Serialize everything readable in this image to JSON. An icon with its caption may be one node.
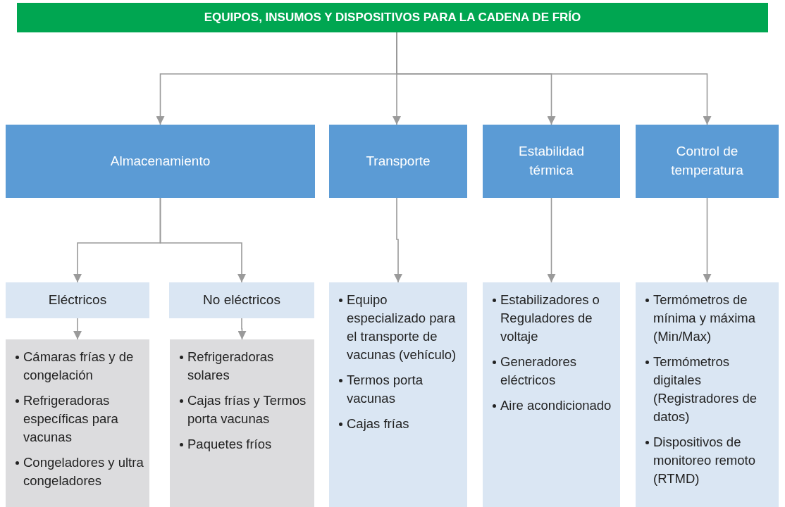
{
  "diagram": {
    "nodes": [
      {
        "text": [
          "EQUIPOS, INSUMOS Y DISPOSITIVOS PARA LA CADENA DE FRÍO"
        ]
      },
      {
        "text": [
          "Almacenamiento"
        ]
      },
      {
        "text": [
          "Transporte"
        ]
      },
      {
        "text": [
          "Estabilidad térmica"
        ]
      },
      {
        "text": [
          "Control de temperatura"
        ]
      },
      {
        "text": [
          "Eléctricos"
        ]
      },
      {
        "text": [
          "No eléctricos"
        ]
      },
      {
        "text": [
          "Cámaras frías y de congelación",
          "Refrigeradoras específicas para vacunas",
          "Congeladores y ultra congeladores"
        ]
      },
      {
        "text": [
          "Refrigeradoras solares",
          "Cajas frías y Termos porta vacunas",
          "Paquetes fríos"
        ]
      },
      {
        "text": [
          "Equipo especializado para el transporte de vacunas (vehículo)",
          "Termos porta vacunas",
          "Cajas frías"
        ]
      },
      {
        "text": [
          "Estabilizadores o Reguladores de voltaje",
          "Generadores eléctricos",
          "Aire acondicionado"
        ]
      },
      {
        "text": [
          "Termómetros de mínima y máxima (Min/Max)",
          "Termómetros digitales (Registradores de datos)",
          "Dispositivos de monitoreo remoto (RTMD)"
        ]
      }
    ],
    "edges": [
      {
        "from": 0,
        "to": 1,
        "arrow": "to"
      },
      {
        "from": 0,
        "to": 2,
        "arrow": "to"
      },
      {
        "from": 0,
        "to": 3,
        "arrow": "to"
      },
      {
        "from": 0,
        "to": 4,
        "arrow": "to"
      },
      {
        "from": 1,
        "to": 5,
        "arrow": "to"
      },
      {
        "from": 1,
        "to": 6,
        "arrow": "to"
      },
      {
        "from": 5,
        "to": 7,
        "arrow": "to"
      },
      {
        "from": 6,
        "to": 8,
        "arrow": "to"
      },
      {
        "from": 2,
        "to": 9,
        "arrow": "to"
      },
      {
        "from": 3,
        "to": 10,
        "arrow": "to"
      },
      {
        "from": 4,
        "to": 11,
        "arrow": "to"
      }
    ]
  }
}
